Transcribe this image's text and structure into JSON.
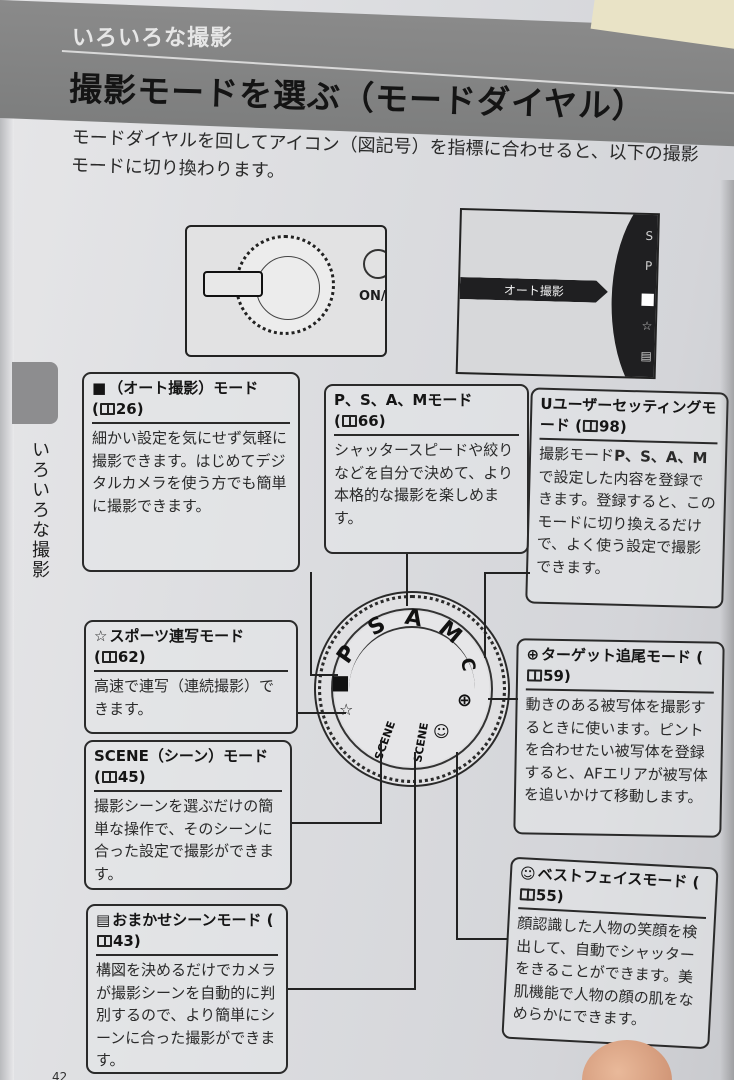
{
  "header": {
    "section_title": "いろいろな撮影",
    "page_title": "撮影モードを選ぶ（モードダイヤル）"
  },
  "intro": {
    "line1": "モードダイヤルを回してアイコン（図記号）を指標に合わせると、以下の撮影",
    "line2": "モードに切り換わります。"
  },
  "camera_illustration": {
    "button_label": "ON/O",
    "dial_labels": [
      "P",
      "S",
      "A",
      "M",
      "C",
      "SCENE"
    ]
  },
  "lcd": {
    "banner": "オート撮影",
    "items": [
      "S",
      "P",
      "📷",
      "☆",
      "▤"
    ],
    "active_index": 2
  },
  "side_tab": {
    "label": "いろいろな撮影"
  },
  "dial": {
    "labels": {
      "p": "P",
      "s": "S",
      "a": "A",
      "m": "M",
      "c": "C",
      "scene": "SCENE",
      "auto_scene": "SCENE"
    }
  },
  "boxes": {
    "auto": {
      "icon": "camera-icon",
      "title": "（オート撮影）モード",
      "ref": "26",
      "body": "細かい設定を気にせず気軽に撮影できます。はじめてデジタルカメラを使う方でも簡単に撮影できます。"
    },
    "psam": {
      "title": "P、S、A、Mモード",
      "ref": "66",
      "body": "シャッタースピードや絞りなどを自分で決めて、より本格的な撮影を楽しめます。"
    },
    "user": {
      "icon_label": "U",
      "title": "ユーザーセッティングモード",
      "ref": "98",
      "body_prefix": "撮影モード",
      "body_modes": "P、S、A、M",
      "body": "で設定した内容を登録できます。登録すると、このモードに切り換えるだけで、よく使う設定で撮影できます。"
    },
    "sports": {
      "icon": "sports-icon",
      "title": "スポーツ連写モード",
      "ref": "62",
      "body": "高速で連写（連続撮影）できます。"
    },
    "scene": {
      "title": "SCENE（シーン）モード",
      "ref": "45",
      "body": "撮影シーンを選ぶだけの簡単な操作で、そのシーンに合った設定で撮影ができます。"
    },
    "auto_scene": {
      "icon": "auto-scene-icon",
      "title": "おまかせシーンモード",
      "ref": "43",
      "body": "構図を決めるだけでカメラが撮影シーンを自動的に判別するので、より簡単にシーンに合った撮影ができます。"
    },
    "target": {
      "icon": "target-tracking-icon",
      "title": "ターゲット追尾モード",
      "ref": "59",
      "body": "動きのある被写体を撮影するときに使います。ピントを合わせたい被写体を登録すると、AFエリアが被写体を追いかけて移動します。"
    },
    "bestface": {
      "icon": "smile-face-icon",
      "title": "ベストフェイスモード",
      "ref": "55",
      "body": "顔認識した人物の笑顔を検出して、自動でシャッターをきることができます。美肌機能で人物の顔の肌をなめらかにできます。"
    }
  },
  "footer": {
    "page_number": "42"
  }
}
